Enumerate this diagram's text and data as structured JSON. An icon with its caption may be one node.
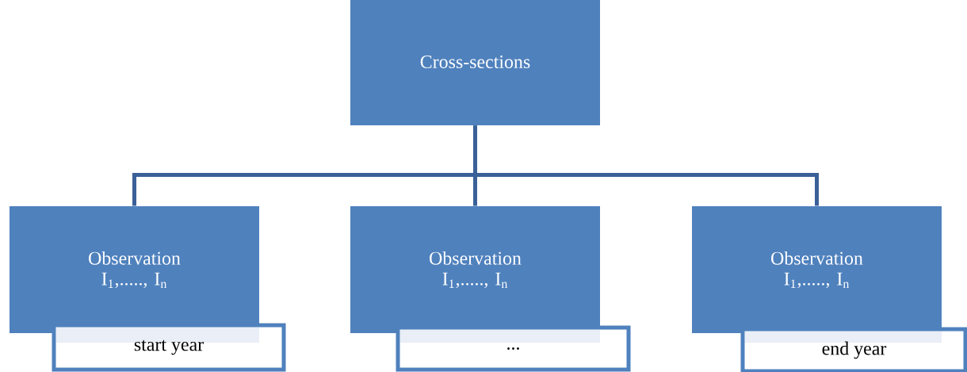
{
  "diagram": {
    "nodes": [
      {
        "text": [
          "Cross-sections"
        ]
      },
      {
        "text": [
          "Observation I$_{1}$,....., I$_{n}$"
        ]
      },
      {
        "text": [
          "Observation I$_{1}$,....., I$_{n}$"
        ]
      },
      {
        "text": [
          "Observation I$_{1}$,....., I$_{n}$"
        ]
      },
      {
        "text": [
          "start year"
        ]
      },
      {
        "text": [
          "..."
        ]
      },
      {
        "text": [
          "end year"
        ]
      }
    ],
    "edges": [
      {
        "from": 0,
        "to": 1,
        "arrow": "none"
      },
      {
        "from": 0,
        "to": 2,
        "arrow": "none"
      },
      {
        "from": 0,
        "to": 3,
        "arrow": "none"
      }
    ]
  }
}
